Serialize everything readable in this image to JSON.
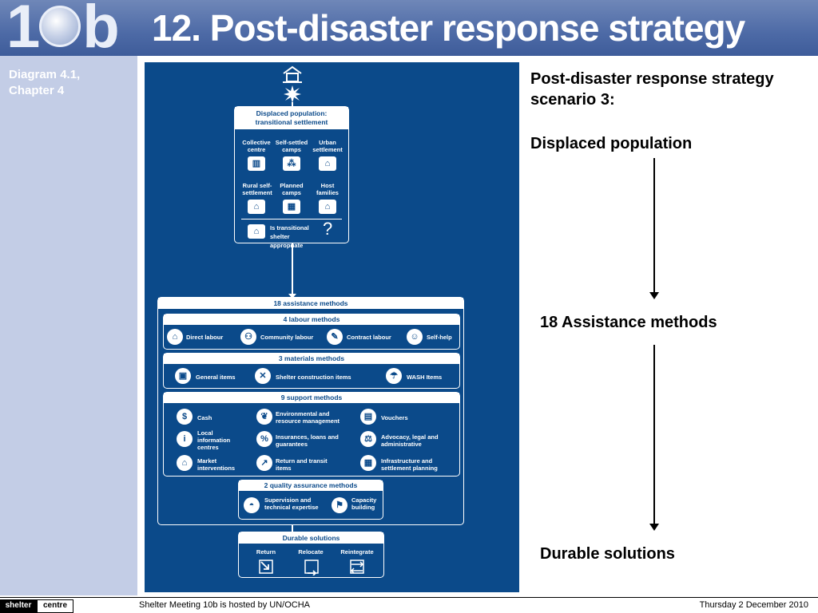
{
  "header": {
    "logo_left": "1",
    "logo_right": "b",
    "title": "12. Post-disaster response strategy"
  },
  "sidebar": {
    "reference": "Diagram 4.1, Chapter 4"
  },
  "diagram": {
    "displaced": {
      "title": "Displaced population: transitional settlement",
      "options": [
        {
          "label": "Collective centre",
          "icon": "building-icon"
        },
        {
          "label": "Self-settled camps",
          "icon": "camps-icon"
        },
        {
          "label": "Urban settlement",
          "icon": "urban-house-icon"
        },
        {
          "label": "Rural self-settlement",
          "icon": "rural-house-icon"
        },
        {
          "label": "Planned camps",
          "icon": "planned-camp-icon"
        },
        {
          "label": "Host families",
          "icon": "host-house-icon"
        }
      ],
      "question": "Is transitional shelter appropriate",
      "question_mark": "?"
    },
    "assistance": {
      "title": "18 assistance methods",
      "labour": {
        "title": "4 labour methods",
        "items": [
          "Direct labour",
          "Community labour",
          "Contract labour",
          "Self-help"
        ]
      },
      "materials": {
        "title": "3 materials methods",
        "items": [
          "General items",
          "Shelter construction items",
          "WASH Items"
        ]
      },
      "support": {
        "title": "9 support methods",
        "items": [
          "Cash",
          "Environmental and resource management",
          "Vouchers",
          "Local information centres",
          "Insurances, loans and guarantees",
          "Advocacy, legal and administrative",
          "Market interventions",
          "Return and transit items",
          "Infrastructure and settlement planning"
        ]
      },
      "quality": {
        "title": "2 quality assurance methods",
        "items": [
          "Supervision and technical expertise",
          "Capacity building"
        ]
      }
    },
    "durable": {
      "title": "Durable solutions",
      "items": [
        "Return",
        "Relocate",
        "Reintegrate"
      ]
    }
  },
  "right_panel": {
    "heading": "Post-disaster response strategy scenario 3:",
    "step1": "Displaced population",
    "step2": "18 Assistance methods",
    "step3": "Durable solutions"
  },
  "footer": {
    "brand_left": "shelter",
    "brand_right": "centre",
    "host": "Shelter Meeting 10b is hosted by UN/OCHA",
    "date": "Thursday 2 December 2010"
  }
}
